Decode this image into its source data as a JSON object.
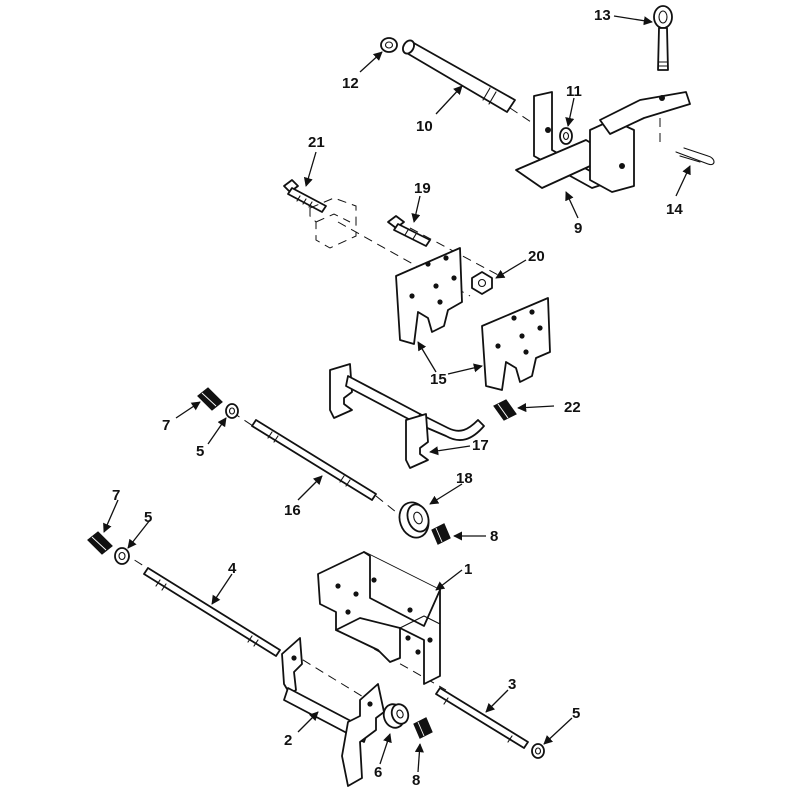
{
  "diagram": {
    "callouts": {
      "c1": "1",
      "c2": "2",
      "c3": "3",
      "c4": "4",
      "c5a": "5",
      "c5b": "5",
      "c5c": "5",
      "c6": "6",
      "c7a": "7",
      "c7b": "7",
      "c8a": "8",
      "c8b": "8",
      "c9": "9",
      "c10": "10",
      "c11": "11",
      "c12": "12",
      "c13": "13",
      "c14": "14",
      "c15": "15",
      "c16": "16",
      "c17": "17",
      "c18": "18",
      "c19": "19",
      "c20": "20",
      "c21": "21",
      "c22": "22"
    }
  }
}
